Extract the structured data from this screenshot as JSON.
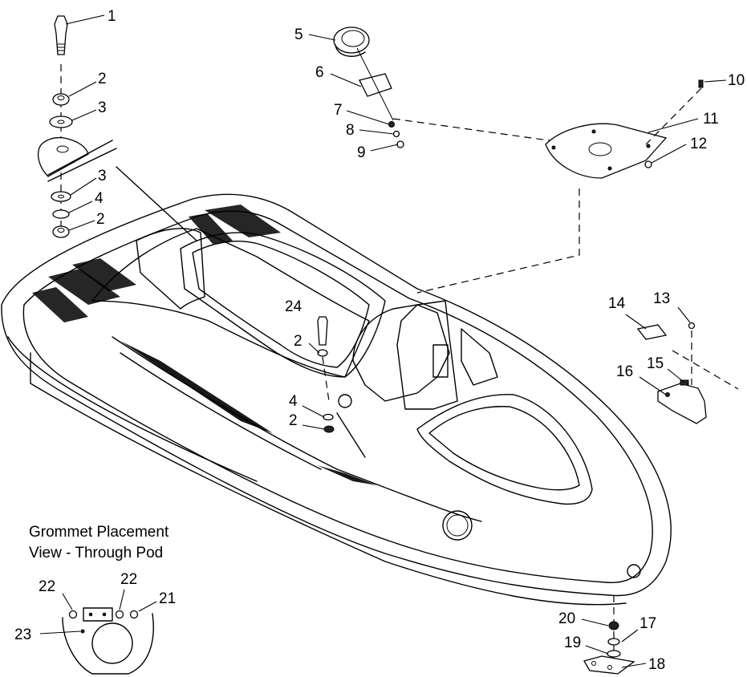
{
  "caption": {
    "line1": "Grommet Placement",
    "line2": "View - Through Pod"
  },
  "callouts": {
    "c1": "1",
    "c2a": "2",
    "c3a": "3",
    "c3b": "3",
    "c4a": "4",
    "c2b": "2",
    "c5": "5",
    "c6": "6",
    "c7": "7",
    "c8": "8",
    "c9": "9",
    "c10": "10",
    "c11": "11",
    "c12": "12",
    "c13": "13",
    "c14": "14",
    "c15": "15",
    "c16": "16",
    "c24": "24",
    "c2c": "2",
    "c4b": "4",
    "c2d": "2",
    "c20": "20",
    "c17": "17",
    "c19": "19",
    "c18": "18",
    "c22a": "22",
    "c22b": "22",
    "c21": "21",
    "c23": "23"
  }
}
